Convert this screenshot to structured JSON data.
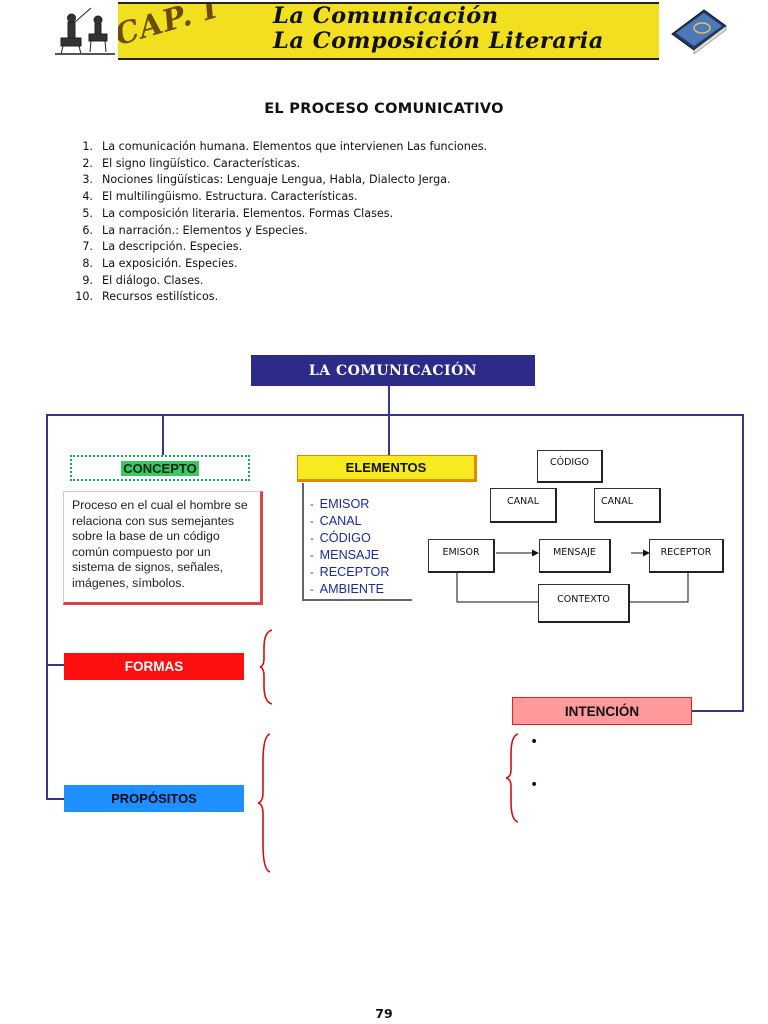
{
  "header": {
    "chapter_label": "CAP. I",
    "title_line1": "La Comunicación",
    "title_line2": "La Composición Literaria"
  },
  "heading": "EL PROCESO COMUNICATIVO",
  "topics": [
    {
      "num": "1.",
      "text": "La comunicación humana.  Elementos que intervienen  Las funciones."
    },
    {
      "num": "2.",
      "text": "El signo lingüístico. Características."
    },
    {
      "num": "3.",
      "text": "Nociones  lingüísticas: Lenguaje Lengua, Habla, Dialecto Jerga."
    },
    {
      "num": "4.",
      "text": "El multilingüismo. Estructura. Características."
    },
    {
      "num": "5.",
      "text": "La composición literaria. Elementos. Formas Clases."
    },
    {
      "num": "6.",
      "text": "La narración.: Elementos  y Especies."
    },
    {
      "num": "7.",
      "text": "La  descripción. Especies."
    },
    {
      "num": "8.",
      "text": "La  exposición. Especies."
    },
    {
      "num": "9.",
      "text": "El diálogo. Clases."
    },
    {
      "num": "10.",
      "text": "Recursos estilísticos."
    }
  ],
  "concept_map": {
    "title": "LA COMUNICACIÓN",
    "concepto": {
      "label": "CONCEPTO",
      "text": "Proceso en el cual el hombre se relaciona con sus semejantes sobre la base de un código común compuesto por un sistema de signos, señales, imágenes,  símbolos."
    },
    "elementos": {
      "label": "ELEMENTOS",
      "items": [
        "EMISOR",
        "CANAL",
        "CÓDIGO",
        "MENSAJE",
        "RECEPTOR",
        "AMBIENTE"
      ]
    },
    "diagram": {
      "codigo": "CÓDIGO",
      "canal_left": "CANAL",
      "canal_right": "CANAL",
      "emisor": "EMISOR",
      "mensaje": "MENSAJE",
      "receptor": "RECEPTOR",
      "contexto": "CONTEXTO"
    },
    "formas": "FORMAS",
    "propositos": "PROPÓSITOS",
    "intencion": "INTENCIÓN",
    "bullets": [
      "•",
      "•"
    ]
  },
  "page_number": "79",
  "colors": {
    "banner": "#f2e020",
    "title_box": "#2c2c88",
    "formas": "#ff1010",
    "propositos": "#1e90ff",
    "intencion": "#ff9a9a",
    "brace": "#d01010"
  }
}
